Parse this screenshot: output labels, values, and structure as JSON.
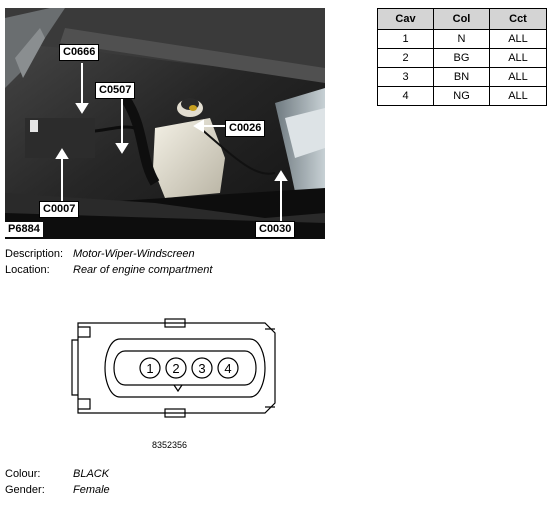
{
  "photo": {
    "callouts": {
      "c0666": "C0666",
      "c0507": "C0507",
      "c0026": "C0026",
      "c0007": "C0007",
      "c0030": "C0030"
    },
    "image_id": "P6884"
  },
  "pin_table": {
    "headers": [
      "Cav",
      "Col",
      "Cct"
    ],
    "rows": [
      [
        "1",
        "N",
        "ALL"
      ],
      [
        "2",
        "BG",
        "ALL"
      ],
      [
        "3",
        "BN",
        "ALL"
      ],
      [
        "4",
        "NG",
        "ALL"
      ]
    ]
  },
  "connector": {
    "description_label": "Description:",
    "description_value": "Motor-Wiper-Windscreen",
    "location_label": "Location:",
    "location_value": "Rear of engine compartment",
    "pins": [
      "1",
      "2",
      "3",
      "4"
    ],
    "part_number": "8352356",
    "colour_label": "Colour:",
    "colour_value": "BLACK",
    "gender_label": "Gender:",
    "gender_value": "Female"
  }
}
